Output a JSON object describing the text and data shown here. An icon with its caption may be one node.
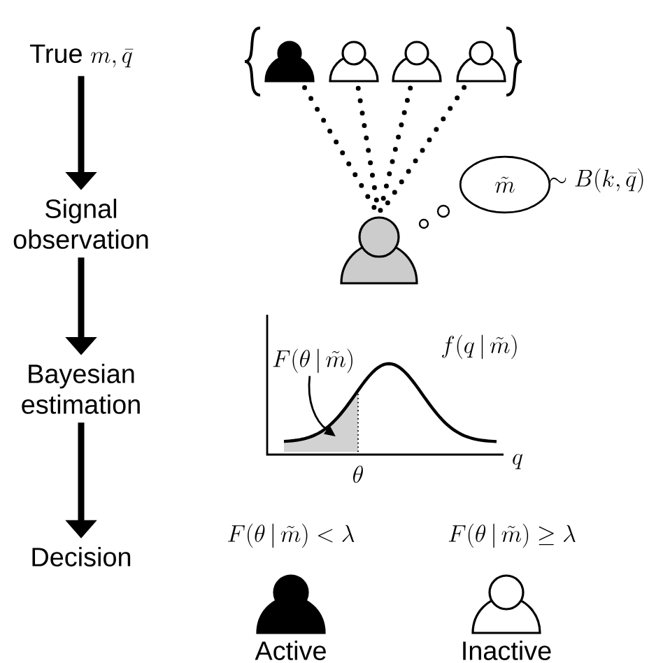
{
  "diagram": {
    "nodes": [
      {
        "text": [
          "True",
          "m, \\bar{q}"
        ]
      },
      {
        "text": [
          "Signal observation"
        ]
      },
      {
        "text": [
          "Bayesian estimation"
        ]
      },
      {
        "text": [
          "Decision"
        ]
      },
      {
        "text": [],
        "shape": "person"
      },
      {
        "text": [],
        "shape": "person"
      },
      {
        "text": [],
        "shape": "person"
      },
      {
        "text": [],
        "shape": "person"
      },
      {
        "text": [],
        "shape": "person"
      },
      {
        "text": [
          "\\tilde{m}"
        ],
        "beside": [
          "\\sim B(k, \\bar{q})"
        ]
      },
      {
        "text": [
          "F(\\theta\\,|\\,\\tilde{m})"
        ]
      },
      {
        "text": [
          "F(\\theta\\,|\\,\\tilde{m}) < \\lambda"
        ]
      },
      {
        "text": [
          "F(\\theta\\,|\\,\\tilde{m}) \\geq \\lambda"
        ]
      },
      {
        "text": [],
        "shape": "person",
        "beside": [
          "Active"
        ]
      },
      {
        "text": [],
        "shape": "person",
        "beside": [
          "Inactive"
        ]
      }
    ],
    "edges": [
      {
        "from": 0,
        "to": 1,
        "arrow": "to"
      },
      {
        "from": 1,
        "to": 2,
        "arrow": "to"
      },
      {
        "from": 2,
        "to": 3,
        "arrow": "to"
      },
      {
        "from": 4,
        "to": 8,
        "arrow": "none",
        "style": "dashed"
      },
      {
        "from": 5,
        "to": 8,
        "arrow": "none",
        "style": "dashed"
      },
      {
        "from": 6,
        "to": 8,
        "arrow": "none",
        "style": "dashed"
      },
      {
        "from": 7,
        "to": 8,
        "arrow": "none",
        "style": "dashed"
      },
      {
        "from": 10,
        "to": null,
        "arrow": "to"
      }
    ],
    "labels": [
      "f(q\\,|\\,\\tilde{m})",
      "\\theta",
      "q"
    ]
  }
}
